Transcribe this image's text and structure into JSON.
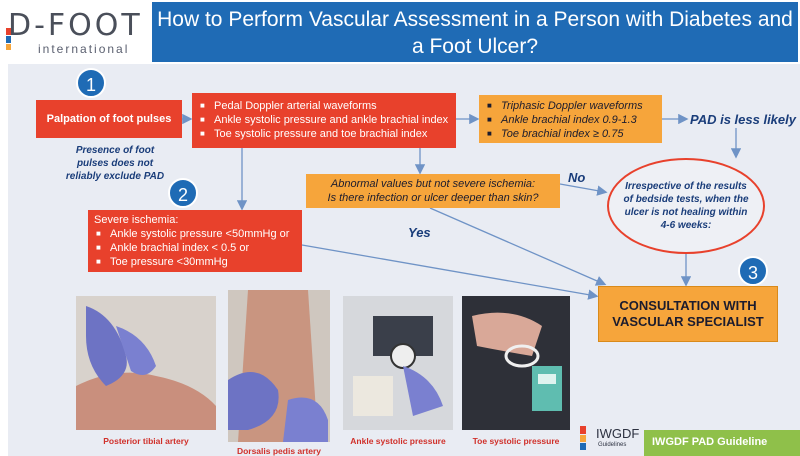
{
  "header": {
    "logo_main": "D-FOOT",
    "logo_sub": "international",
    "title": "How to Perform Vascular Assessment in a Person with Diabetes and a Foot Ulcer?"
  },
  "steps": [
    "1",
    "2",
    "3"
  ],
  "flow": {
    "palpation": "Palpation of foot pulses",
    "presence_note": "Presence of foot pulses does not reliably exclude PAD",
    "doppler_items": [
      "Pedal Doppler arterial waveforms",
      "Ankle systolic pressure and ankle brachial index",
      "Toe systolic pressure and toe brachial index"
    ],
    "triphasic_items": [
      "Triphasic Doppler waveforms",
      "Ankle brachial index 0.9-1.3",
      "Toe brachial index  ≥ 0.75"
    ],
    "pad_less_likely": "PAD is less likely",
    "abnormal_line1": "Abnormal values but not severe ischemia:",
    "abnormal_line2": "Is there infection or ulcer deeper than skin?",
    "no_label": "No",
    "yes_label": "Yes",
    "severe_title": "Severe ischemia:",
    "severe_items": [
      "Ankle systolic pressure <50mmHg  or",
      "Ankle brachial index < 0.5  or",
      "Toe pressure <30mmHg"
    ],
    "irrespective": "Irrespective of the results of bedside tests, when the ulcer is not healing within 4-6 weeks:",
    "consultation": "CONSULTATION WITH VASCULAR SPECIALIST"
  },
  "photos": {
    "posterior": "Posterior tibial artery",
    "dorsalis": "Dorsalis pedis artery",
    "ankle": "Ankle systolic pressure",
    "toe": "Toe systolic pressure"
  },
  "footer": {
    "iwgdf_logo": "IWGDF",
    "iwgdf_logo_sub": "Guidelines",
    "guideline_badge": "IWGDF PAD Guideline"
  },
  "colors": {
    "title_blue": "#1f6bb5",
    "red_box": "#e8412c",
    "orange_box": "#f6a53b",
    "navy_text": "#1a3d7a",
    "guideline_green": "#8fc04a"
  }
}
